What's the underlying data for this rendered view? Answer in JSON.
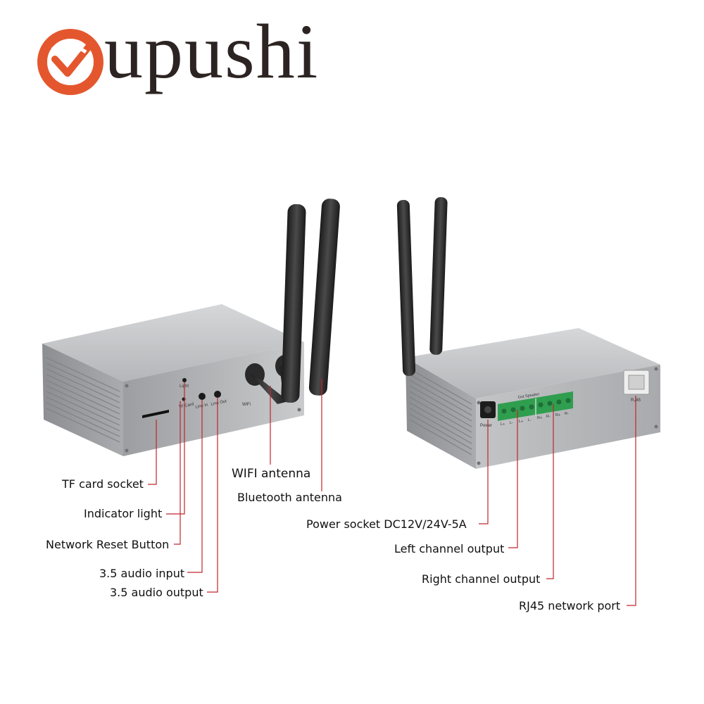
{
  "brand": {
    "name": "upushi",
    "logo_color": "#e4572e",
    "text_color": "#2c2422"
  },
  "colors": {
    "leader_line": "#c0262d",
    "casing": "#b9bbbe",
    "antenna": "#2a2a2a",
    "terminal_green": "#2f9e4f"
  },
  "front_device": {
    "panel_labels": [
      "Light",
      "TF Card",
      "Line In",
      "Line Out",
      "WiFi"
    ],
    "callouts": {
      "tf_card_socket": "TF card socket",
      "indicator_light": "Indicator light",
      "network_reset_button": "Network Reset Button",
      "audio_input": "3.5 audio input",
      "audio_output": "3.5 audio output",
      "wifi_antenna": "WIFI antenna",
      "bluetooth_antenna": "Bluetooth antenna"
    }
  },
  "rear_device": {
    "panel_labels": {
      "power": "Power",
      "out_speaker": "Out Speaker",
      "rj45": "RJ45",
      "terminals": [
        "L+",
        "L-",
        "L+",
        "L-",
        "R+",
        "R-",
        "R+",
        "R-"
      ]
    },
    "callouts": {
      "power_socket": "Power socket DC12V/24V-5A",
      "left_channel": "Left channel output",
      "right_channel": "Right channel output",
      "rj45_port": "RJ45 network port"
    }
  }
}
